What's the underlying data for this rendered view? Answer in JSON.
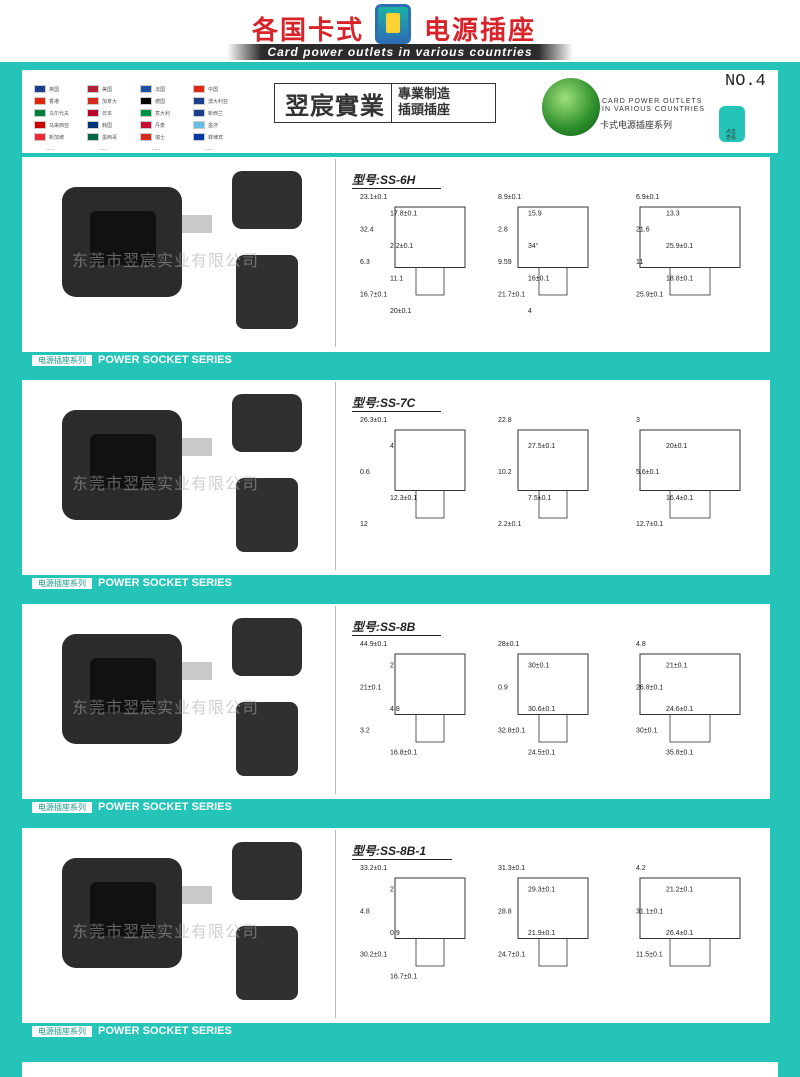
{
  "header": {
    "title_left": "各国卡式",
    "title_right": "电源插座",
    "subtitle_en": "Card power outlets in various countries",
    "brand_main": "翌宸實業",
    "brand_sub_line1": "專業制造",
    "brand_sub_line2": "插頭插座",
    "slogan_en_line1": "CARD POWER OUTLETS",
    "slogan_en_line2": "IN VARIOUS COUNTRIES",
    "slogan_cn": "卡式电源插座系列",
    "model_number": "NO.4",
    "hand_label_1": "点击",
    "hand_label_2": "查看"
  },
  "flags": [
    {
      "name": "英国",
      "color": "#1d3e8a"
    },
    {
      "name": "美国",
      "color": "#b22234"
    },
    {
      "name": "法国",
      "color": "#1e4fa0"
    },
    {
      "name": "中国",
      "color": "#de2910"
    },
    {
      "name": "香港",
      "color": "#de2910"
    },
    {
      "name": "加拿大",
      "color": "#d52b1e"
    },
    {
      "name": "德国",
      "color": "#000000"
    },
    {
      "name": "澳大利亚",
      "color": "#1d3e8a"
    },
    {
      "name": "马尔代夫",
      "color": "#007e3a"
    },
    {
      "name": "日本",
      "color": "#bc002d"
    },
    {
      "name": "意大利",
      "color": "#009246"
    },
    {
      "name": "新西兰",
      "color": "#1d3e8a"
    },
    {
      "name": "马来西亚",
      "color": "#cc0001"
    },
    {
      "name": "韩国",
      "color": "#003478"
    },
    {
      "name": "丹麦",
      "color": "#c60c30"
    },
    {
      "name": "墨济",
      "color": "#68bfe5"
    },
    {
      "name": "新加坡",
      "color": "#ed2939"
    },
    {
      "name": "墨西哥",
      "color": "#006847"
    },
    {
      "name": "瑞士",
      "color": "#d52b1e"
    },
    {
      "name": "菲律宾",
      "color": "#0038a8"
    }
  ],
  "flags_more": [
    "......",
    "......",
    "......",
    "......"
  ],
  "watermark": "东莞市翌宸实业有限公司",
  "series": {
    "cn": "电源插座系列",
    "en": "POWER SOCKET SERIES"
  },
  "products": [
    {
      "model": "型号:SS-6H",
      "dims": [
        "23.1±0.1",
        "8.9±0.1",
        "6.9±0.1",
        "17.8±0.1",
        "15.9",
        "13.3",
        "32.4",
        "2.8",
        "21.6",
        "2.2±0.1",
        "34°",
        "25.9±0.1",
        "6.3",
        "9.59",
        "11",
        "11.1",
        "16±0.1",
        "18.8±0.1",
        "16.7±0.1",
        "21.7±0.1",
        "25.9±0.1",
        "20±0.1",
        "4"
      ]
    },
    {
      "model": "型号:SS-7C",
      "dims": [
        "26.3±0.1",
        "22.8",
        "3",
        "4",
        "27.5±0.1",
        "20±0.1",
        "0.6",
        "10.2",
        "5.6±0.1",
        "12.3±0.1",
        "7.5±0.1",
        "16.4±0.1",
        "12",
        "2.2±0.1",
        "12.7±0.1"
      ]
    },
    {
      "model": "型号:SS-8B",
      "dims": [
        "44.9±0.1",
        "28±0.1",
        "4.8",
        "2",
        "30±0.1",
        "21±0.1",
        "21±0.1",
        "0.9",
        "26.8±0.1",
        "4.8",
        "30.6±0.1",
        "24.6±0.1",
        "3.2",
        "32.8±0.1",
        "30±0.1",
        "16.8±0.1",
        "24.5±0.1",
        "35.8±0.1"
      ]
    },
    {
      "model": "型号:SS-8B-1",
      "dims": [
        "33.2±0.1",
        "31.3±0.1",
        "4.2",
        "2",
        "29.3±0.1",
        "21.2±0.1",
        "4.8",
        "28.8",
        "31.1±0.1",
        "0.9",
        "21.9±0.1",
        "26.4±0.1",
        "30.2±0.1",
        "24.7±0.1",
        "11.5±0.1",
        "16.7±0.1"
      ]
    }
  ]
}
